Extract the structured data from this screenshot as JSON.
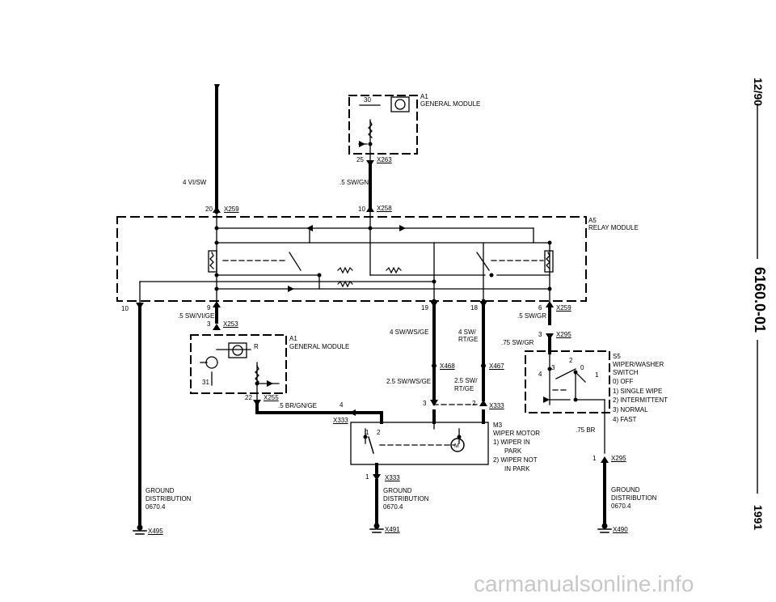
{
  "header": {
    "date": "12/90",
    "page": "6160.0-01",
    "year": "1991"
  },
  "modules": {
    "gm_top": {
      "ref": "A1",
      "name": "GENERAL MODULE",
      "pin": "30"
    },
    "relay": {
      "ref": "A5",
      "name": "RELAY MODULE"
    },
    "gm_mid": {
      "ref": "A1",
      "name": "GENERAL MODULE",
      "pin_r": "R",
      "pin_31": "31"
    },
    "switch": {
      "ref": "S5",
      "name_line1": "WIPER/WASHER",
      "name_line2": "SWITCH",
      "pos_0": "0)  OFF",
      "pos_1": "1)  SINGLE WIPE",
      "pos_2": "2)  INTERMITTENT",
      "pos_3": "3)  NORMAL",
      "pos_4": "4)  FAST",
      "num_3": "3",
      "num_2": "2",
      "num_0": "0",
      "num_1": "1",
      "num_4": "4"
    },
    "motor": {
      "ref": "M3",
      "name": "WIPER MOTOR",
      "s1a": "1)  WIPER IN",
      "s1b": "PARK",
      "s2a": "2)  WIPER NOT",
      "s2b": "IN PARK",
      "sym": "M",
      "t1": "1",
      "t2": "2"
    }
  },
  "connectors": {
    "x263_top": "X263",
    "x258": "X258",
    "x259_left": "X259",
    "x259_right": "X259",
    "x253": "X253",
    "x255": "X255",
    "x295_upper": "X295",
    "x295_lower": "X295",
    "x468": "X468",
    "x467": "X467",
    "x333_right": "X333",
    "x333_left": "X333",
    "x333_bottom": "X333",
    "x495": "X495",
    "x491": "X491",
    "x490": "X490"
  },
  "pins": {
    "p25": "25",
    "p10_top": "10",
    "p20": "20",
    "p10_left": "10",
    "p9": "9",
    "p3_left": "3",
    "p19": "19",
    "p18": "18",
    "p6": "6",
    "p3_right": "3",
    "p22": "22",
    "p4": "4",
    "p3_mid": "3",
    "p2_mid": "2",
    "p1_bottom": "1",
    "p1_right": "1"
  },
  "wires": {
    "w_4vi_sw": "4 VI/SW",
    "w_5sw_gn": ".5 SW/GN",
    "w_5sw_vi_ge": ".5 SW/VI/GE",
    "w_4sw_ws_ge": "4 SW/WS/GE",
    "w_4sw_a": "4 SW/",
    "w_4sw_b": "RT/GE",
    "w_5sw_gr": ".5 SW/GR",
    "w_75sw_gr": ".75 SW/GR",
    "w_5br_gn_ge": ".5 BR/GN/GE",
    "w_25sw_ws_ge": "2.5 SW/WS/GE",
    "w_25sw_a": "2.5 SW/",
    "w_25sw_b": "RT/GE",
    "w_75br": ".75 BR"
  },
  "grounds": {
    "left": {
      "l1": "GROUND",
      "l2": "DISTRIBUTION",
      "l3": "0670.4"
    },
    "mid": {
      "l1": "GROUND",
      "l2": "DISTRIBUTION",
      "l3": "0670.4"
    },
    "right": {
      "l1": "GROUND",
      "l2": "DISTRIBUTION",
      "l3": "0670.4"
    }
  },
  "watermark": "carmanualsonline.info"
}
